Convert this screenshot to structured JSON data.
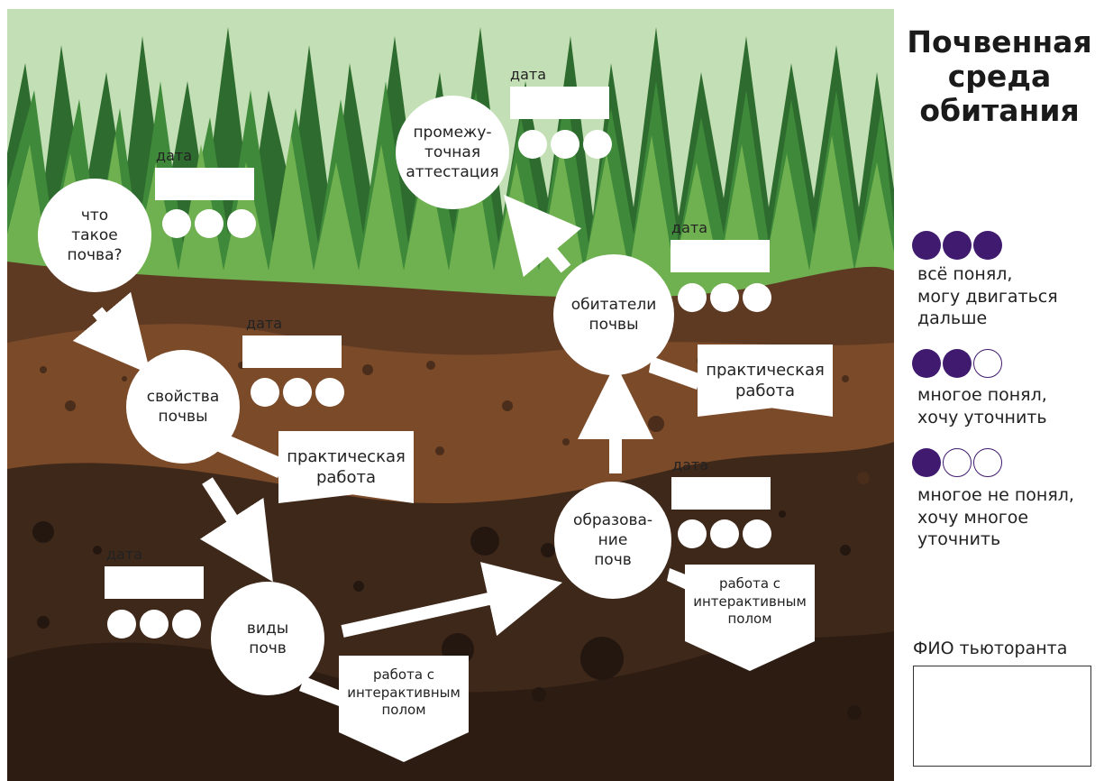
{
  "title": "Почвенная\nсреда\nобитания",
  "date_label": "дата",
  "nodes": {
    "what_is_soil": "что\nтакое\nпочва?",
    "soil_properties": "свойства\nпочвы",
    "soil_types": "виды\nпочв",
    "soil_formation": "образова-\nние\nпочв",
    "soil_inhabitants": "обитатели\nпочвы",
    "intermediate_assessment": "промежу-\nточная\nаттестация"
  },
  "tags": {
    "practical_properties": "практическая\nработа",
    "practical_inhabitants": "практическая\nработа",
    "interactive_types": "работа с\nинтерактивным\nполом",
    "interactive_formation": "работа с\nинтерактивным\nполом"
  },
  "legend": [
    {
      "filled": 3,
      "text": "всё понял,\nмогу двигаться\nдальше"
    },
    {
      "filled": 2,
      "text": "многое понял,\nхочу уточнить"
    },
    {
      "filled": 1,
      "text": "многое не понял,\nхочу многое\nуточнить"
    }
  ],
  "tutor_label": "ФИО тьюторанта",
  "colors": {
    "sky": "#c3dfb5",
    "grass_dark": "#2e6b2e",
    "grass_mid": "#3f8a3a",
    "grass_light": "#6fb050",
    "soil_top": "#5e3a23",
    "soil_band": "#7b4a29",
    "soil_deep": "#3e281a",
    "soil_bottom": "#2d1c12",
    "legend_dot": "#3f1a6e"
  }
}
